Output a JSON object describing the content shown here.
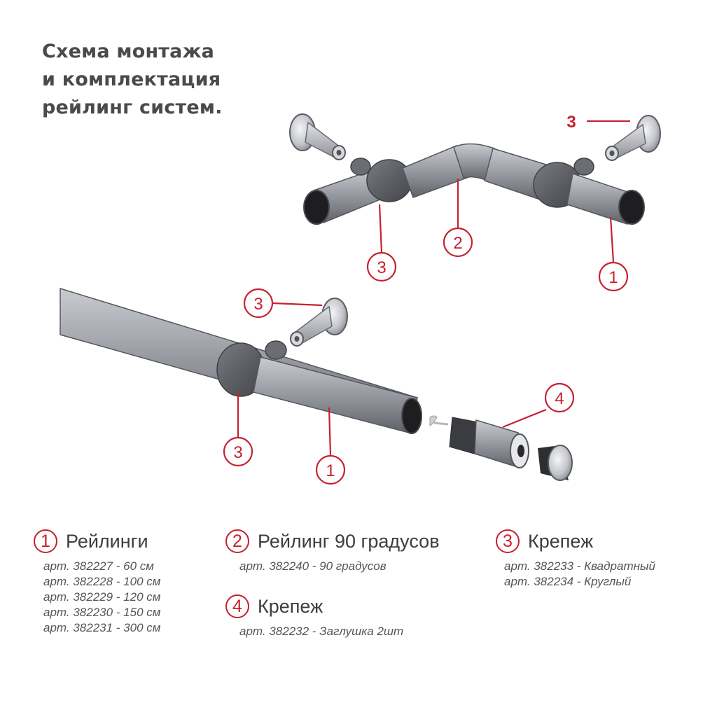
{
  "title": {
    "line1": "Схема монтажа",
    "line2": "и комплектация",
    "line3": "рейлинг систем."
  },
  "callouts": {
    "c1": "1",
    "c2": "2",
    "c3": "3",
    "c4": "4"
  },
  "legend": {
    "rails": {
      "num": "1",
      "name": "Рейлинги",
      "items": [
        "арт. 382227 - 60 см",
        "арт. 382228 - 100 см",
        "арт. 382229 - 120 см",
        "арт. 382230 - 150 см",
        "арт. 382231 - 300 см"
      ]
    },
    "rail90": {
      "num": "2",
      "name": "Рейлинг 90 градусов",
      "items": [
        "арт. 382240 -  90 градусов"
      ]
    },
    "mount": {
      "num": "3",
      "name": "Крепеж",
      "items": [
        "арт. 382233 - Квадратный",
        "арт. 382234 - Круглый"
      ]
    },
    "endcap": {
      "num": "4",
      "name": "Крепеж",
      "items": [
        "арт. 382232 - Заглушка 2шт"
      ]
    }
  },
  "colors": {
    "accent": "#c8202f",
    "text": "#3d3d3d",
    "metal": "#9a9ca3",
    "joint": "#5e6066"
  }
}
